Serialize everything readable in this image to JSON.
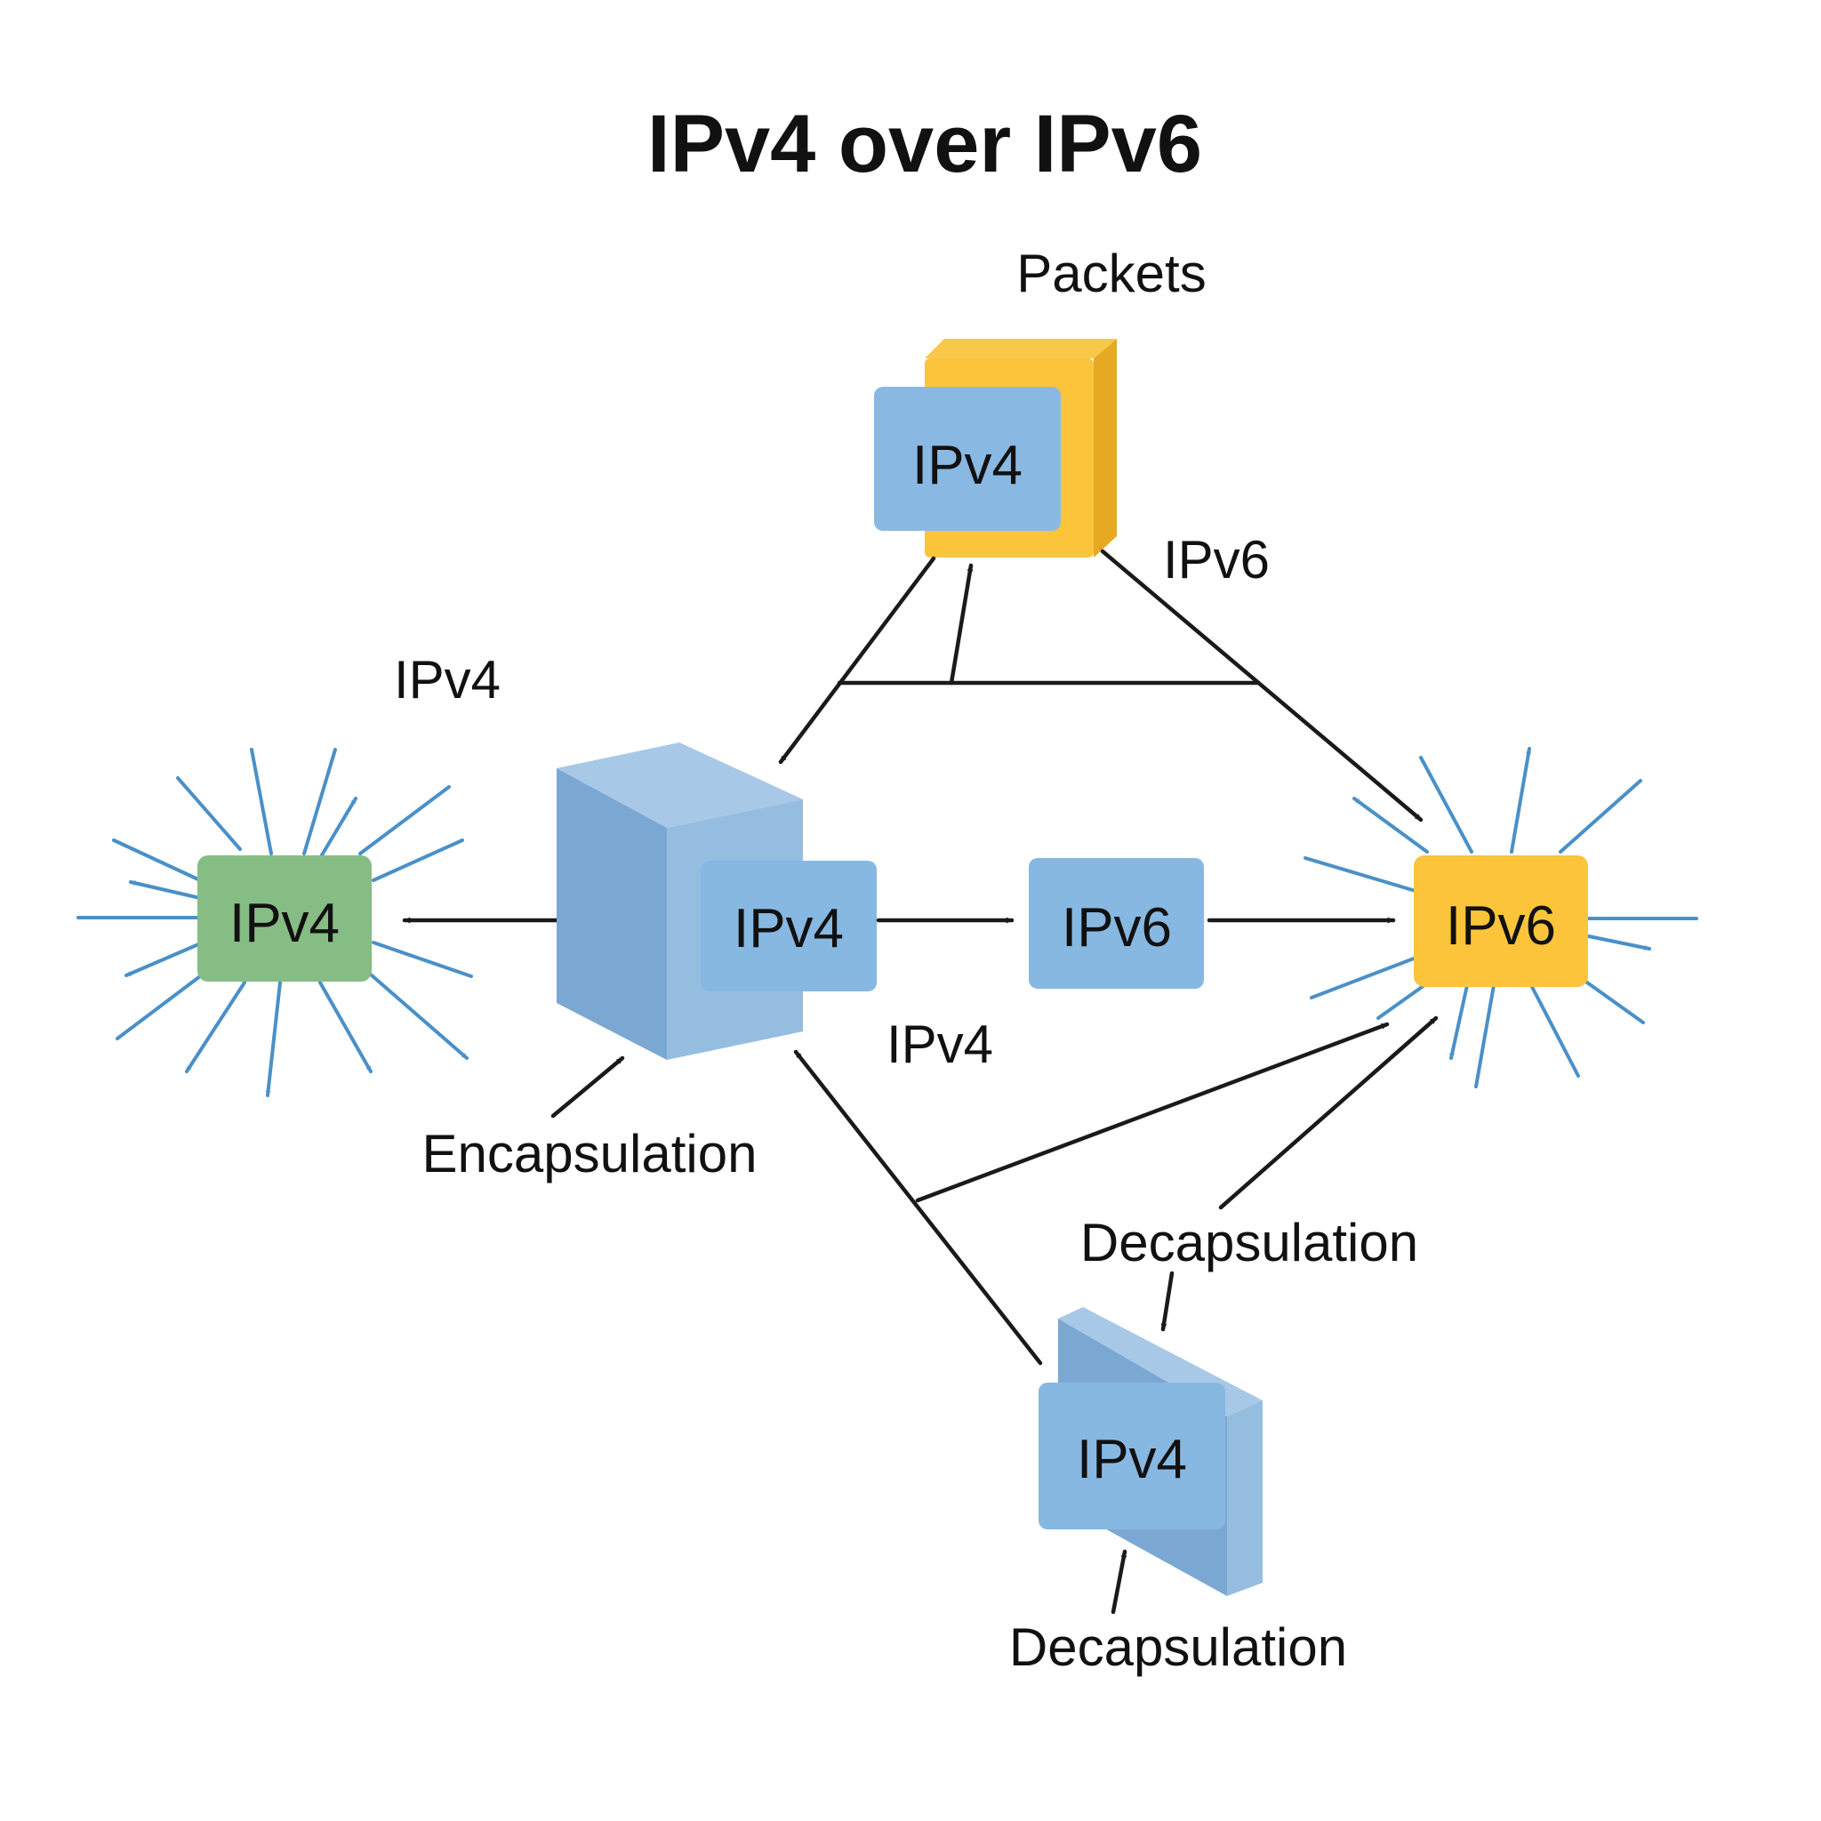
{
  "title": "IPv4 over IPv6",
  "labels": {
    "packets": "Packets",
    "ipv6_top": "IPv6",
    "ipv4_left": "IPv4",
    "ipv4_mid": "IPv4",
    "encapsulation": "Encapsulation",
    "decapsulation_upper": "Decapsulation",
    "decapsulation_lower": "Decapsulation"
  },
  "nodes": {
    "packet_inner": "IPv4",
    "left_host": "IPv4",
    "encap_router": "IPv4",
    "tunnel_packet": "IPv6",
    "right_host": "IPv6",
    "decap_router": "IPv4"
  },
  "colors": {
    "blue_light": "#8fbde3",
    "blue_mid": "#7aa9d4",
    "blue_dark": "#6d9bc9",
    "yellow": "#fbc43b",
    "yellow_dark": "#efb12a",
    "green": "#86bd84",
    "arrow": "#1a1a1a",
    "ray": "#4a90c8"
  }
}
